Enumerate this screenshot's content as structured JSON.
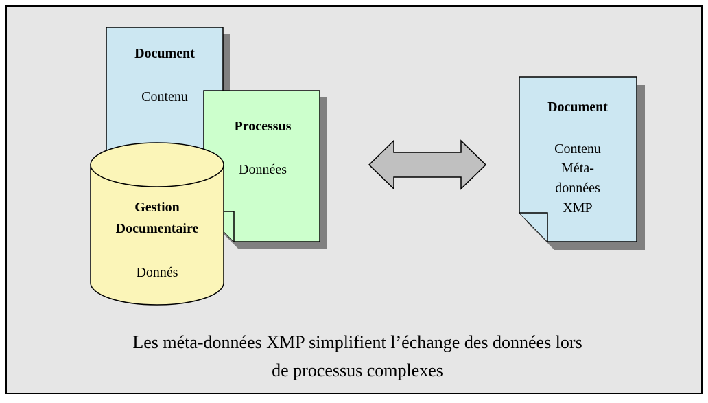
{
  "colors": {
    "panel_bg": "#e6e6e6",
    "border": "#000000",
    "shadow": "#808080",
    "document_fill": "#cce7f2",
    "process_fill": "#ccffcc",
    "database_fill": "#fbf5b8",
    "arrow_fill": "#c0c0c0"
  },
  "left_document": {
    "title": "Document",
    "content": "Contenu"
  },
  "process_document": {
    "title": "Processus",
    "content": "Données"
  },
  "database": {
    "title_line1": "Gestion",
    "title_line2": "Documentaire",
    "content": "Donnés"
  },
  "arrow": {
    "icon": "double-arrow-icon"
  },
  "right_document": {
    "title": "Document",
    "lines": [
      "Contenu",
      "Méta-",
      "données",
      "XMP"
    ]
  },
  "caption": {
    "line1": "Les méta-données XMP simplifient l’échange des données lors",
    "line2": "de processus complexes"
  }
}
